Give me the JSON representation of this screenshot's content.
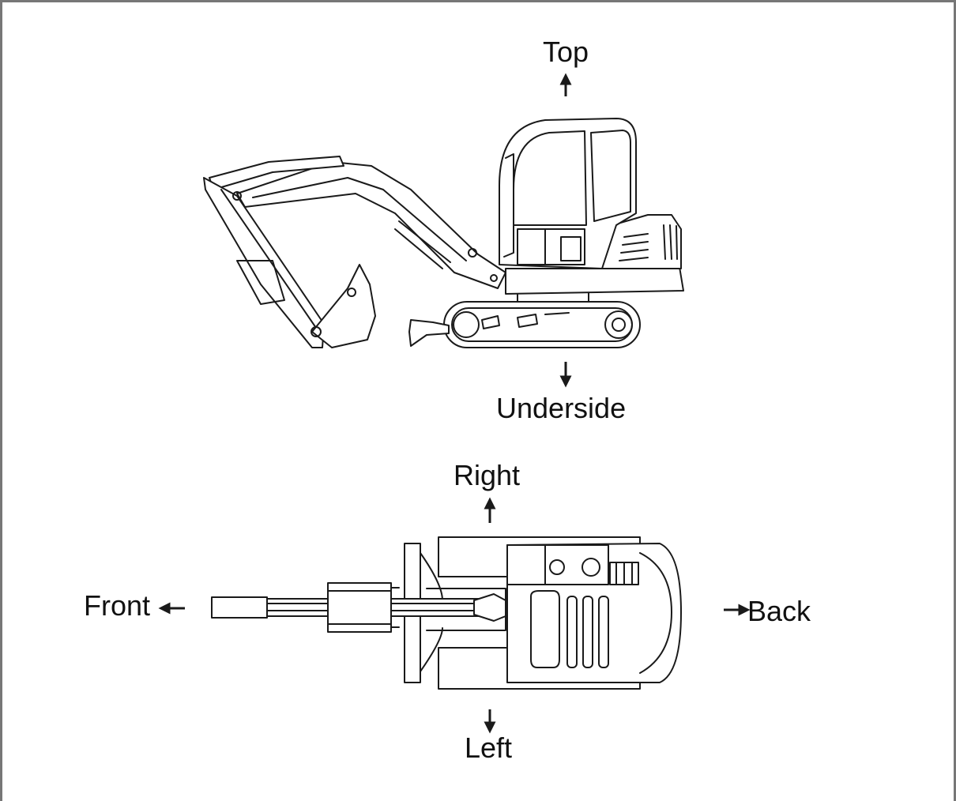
{
  "diagram": {
    "side_view": {
      "labels": {
        "top": "Top",
        "underside": "Underside"
      }
    },
    "top_view": {
      "labels": {
        "right": "Right",
        "left": "Left",
        "front": "Front",
        "back": "Back"
      }
    }
  },
  "colors": {
    "line": "#1a1a1a",
    "border": "#777777",
    "background": "#ffffff"
  }
}
